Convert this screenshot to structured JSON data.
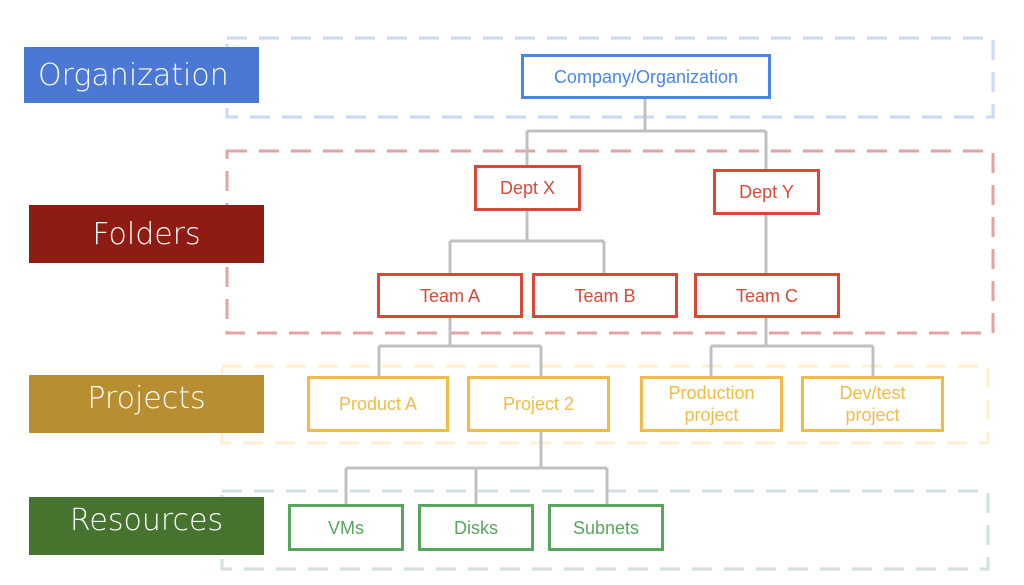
{
  "levels": [
    {
      "id": "organization",
      "label": "Organization",
      "color": "#4a78d4",
      "frame_color": "#c9daf8"
    },
    {
      "id": "folders",
      "label": "Folders",
      "color": "#8e1c12",
      "frame_color": "#e3a3a3"
    },
    {
      "id": "projects",
      "label": "Projects",
      "color": "#b88f30",
      "frame_color": "#fdefcf"
    },
    {
      "id": "resources",
      "label": "Resources",
      "color": "#46742e",
      "frame_color": "#d3dfe3"
    }
  ],
  "nodes": {
    "company": "Company/Organization",
    "dept_x": "Dept X",
    "dept_y": "Dept Y",
    "team_a": "Team A",
    "team_b": "Team B",
    "team_c": "Team C",
    "product_a": "Product A",
    "project_2": "Project 2",
    "production_project": "Production\nproject",
    "devtest_project": "Dev/test\nproject",
    "vms": "VMs",
    "disks": "Disks",
    "subnets": "Subnets"
  },
  "edges": [
    [
      "company",
      "dept_x"
    ],
    [
      "company",
      "dept_y"
    ],
    [
      "dept_x",
      "team_a"
    ],
    [
      "dept_x",
      "team_b"
    ],
    [
      "dept_y",
      "team_c"
    ],
    [
      "team_a",
      "product_a"
    ],
    [
      "team_a",
      "project_2"
    ],
    [
      "team_c",
      "production_project"
    ],
    [
      "team_c",
      "devtest_project"
    ],
    [
      "project_2",
      "vms"
    ],
    [
      "project_2",
      "disks"
    ],
    [
      "project_2",
      "subnets"
    ]
  ],
  "connector_color": "#c0c0c0"
}
